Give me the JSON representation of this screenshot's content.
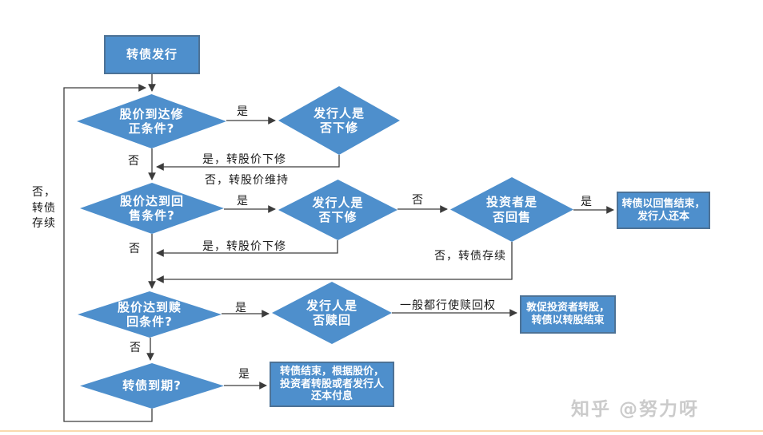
{
  "flowchart": {
    "nodes": {
      "issue": {
        "label": "转债发行"
      },
      "cond_revise": {
        "label": "股价到达修\n正条件?"
      },
      "issuer_lower1": {
        "label": "发行人是\n否下修"
      },
      "cond_put": {
        "label": "股价达到回\n售条件?"
      },
      "issuer_lower2": {
        "label": "发行人是\n否下修"
      },
      "investor_put": {
        "label": "投资者是\n否回售"
      },
      "end_put": {
        "label": "转债以回售结束，\n发行人还本"
      },
      "cond_redeem": {
        "label": "股价达到赎\n回条件?"
      },
      "issuer_redeem": {
        "label": "发行人是\n否赎回"
      },
      "end_convert": {
        "label": "敦促投资者转股，\n转债以转股结束"
      },
      "cond_mature": {
        "label": "转债到期?"
      },
      "end_mature": {
        "label": "转债结束，根据股价，\n投资者转股或者发行人\n还本付息"
      }
    },
    "edge_labels": {
      "yes1": "是",
      "no1": "否",
      "yes_lower1": "是，转股价下修",
      "no_maintain": "否，转股价维持",
      "yes2": "是",
      "no2": "否",
      "yes3": "是",
      "no3": "否",
      "yes_lower2": "是，转股价下修",
      "no_survive": "否，转债存续",
      "loop_label": "否，\n转债\n存续",
      "yes4": "是",
      "no4": "否",
      "redeem_note": "一般都行使赎回权",
      "yes5": "是"
    },
    "watermark": "知乎 @努力呀",
    "colors": {
      "node_fill": "#4e8fcc",
      "node_border": "#4d7296",
      "connector": "#3c3c3c",
      "bottom_accent": "#f9d9ae",
      "watermark_gray": "#cbcbcb"
    }
  }
}
